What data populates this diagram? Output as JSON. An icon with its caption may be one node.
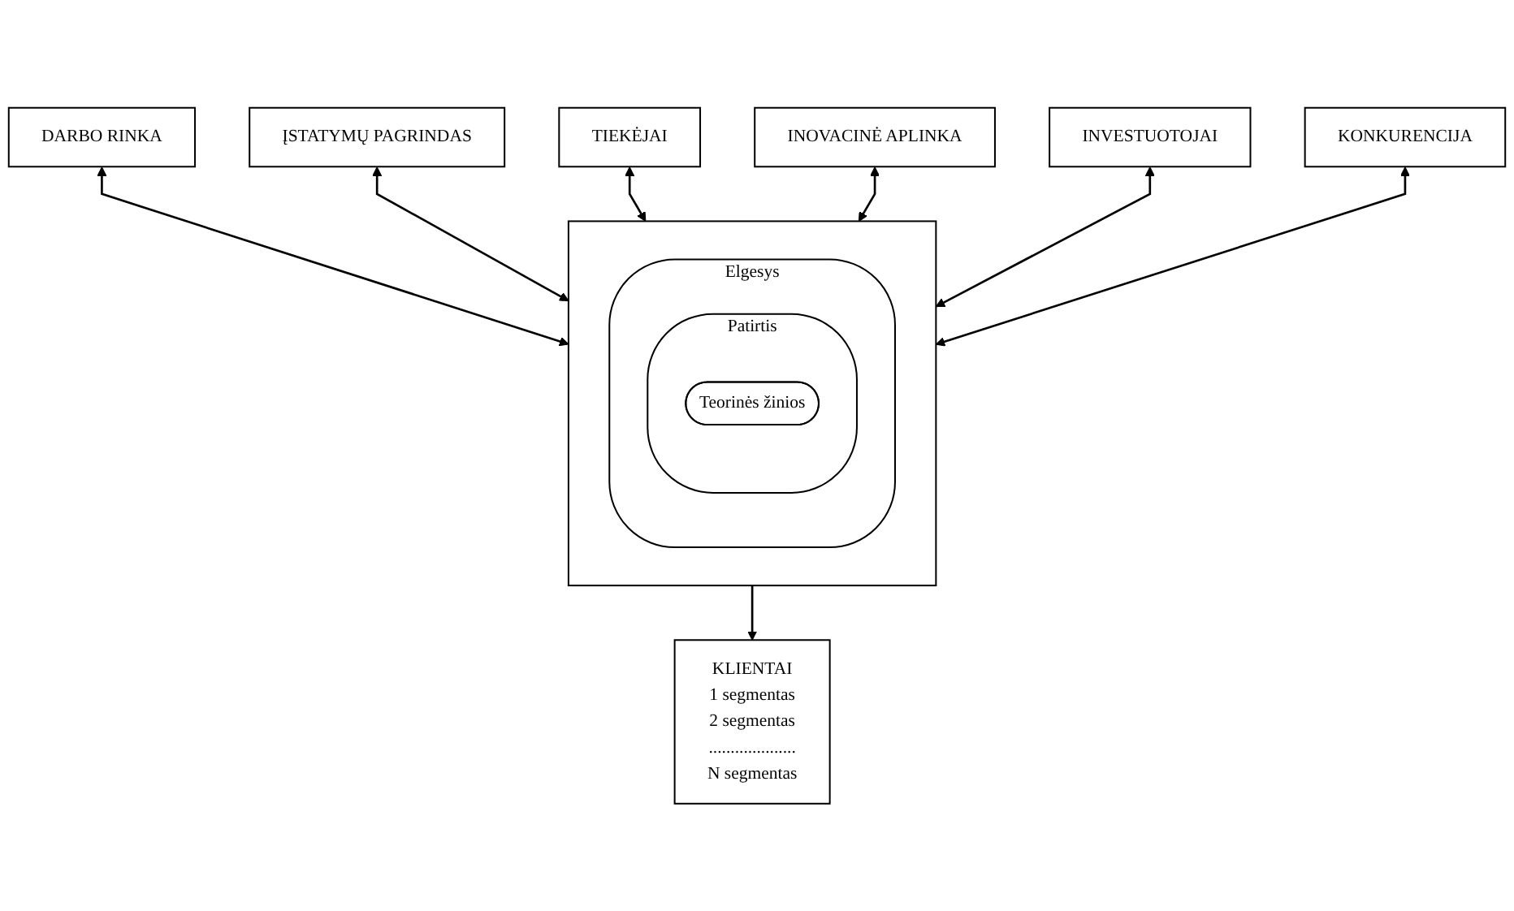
{
  "diagram": {
    "nodes": [
      {
        "text": [
          "DARBO RINKA"
        ]
      },
      {
        "text": [
          "ĮSTATYMŲ PAGRINDAS"
        ]
      },
      {
        "text": [
          "TIEKĖJAI"
        ]
      },
      {
        "text": [],
        "shape": "box"
      },
      {
        "text": [
          "Elgesys"
        ],
        "in": 3
      },
      {
        "text": [
          "Patirtis"
        ],
        "in": 4
      },
      {
        "text": [
          "Teorinės žinios"
        ],
        "in": 5
      },
      {
        "text": [
          "INOVACINĖ APLINKA"
        ]
      },
      {
        "text": [
          "KLIENTAI",
          "1 segmentas",
          "2 segmentas",
          "....................",
          "N segmentas"
        ]
      },
      {
        "text": [
          "INVESTUOTOJAI"
        ]
      },
      {
        "text": [
          "KONKURENCIJA"
        ]
      }
    ],
    "edges": [
      {
        "from": 0,
        "to": 3,
        "arrow": "both"
      },
      {
        "from": 1,
        "to": 3,
        "arrow": "both"
      },
      {
        "from": 2,
        "to": 3,
        "arrow": "both"
      },
      {
        "from": 7,
        "to": 3,
        "arrow": "both"
      },
      {
        "from": 3,
        "to": 8,
        "arrow": "to"
      },
      {
        "from": 9,
        "to": 3,
        "arrow": "both"
      },
      {
        "from": 10,
        "to": 3,
        "arrow": "both"
      }
    ]
  }
}
